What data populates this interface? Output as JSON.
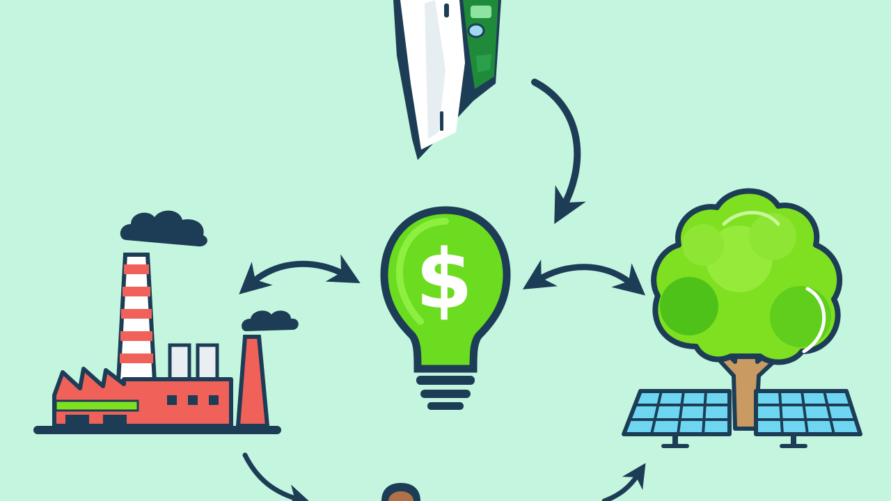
{
  "diagram": {
    "center_symbol": "$",
    "nodes": [
      {
        "id": "money-bill",
        "icon": "banknote-icon"
      },
      {
        "id": "lightbulb",
        "icon": "lightbulb-icon"
      },
      {
        "id": "factory",
        "icon": "factory-icon"
      },
      {
        "id": "tree-solar",
        "icon": "tree-icon"
      },
      {
        "id": "person",
        "icon": "person-icon"
      }
    ],
    "colors": {
      "background": "#c4f6df",
      "outline": "#1c3d55",
      "bulb_green": "#6bdc1f",
      "tree_green": "#7ee021",
      "factory_red": "#f0615a",
      "solar_blue": "#6fd6f2",
      "money_green": "#1f8a3a"
    }
  }
}
